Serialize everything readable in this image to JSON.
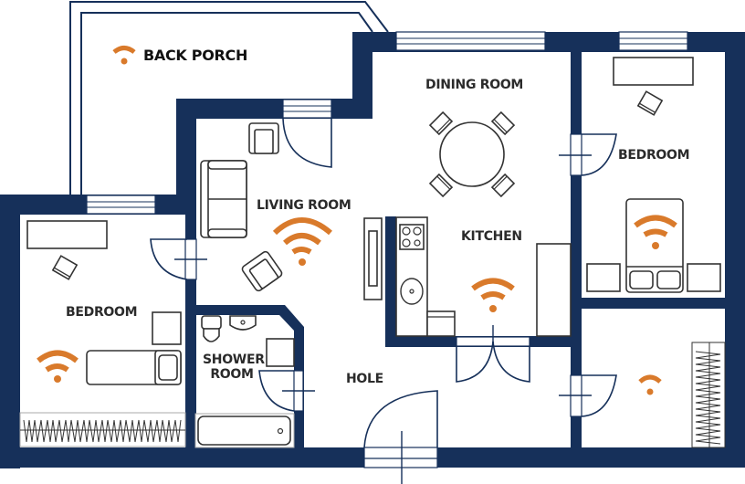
{
  "floorplan": {
    "colors": {
      "wall": "#16305a",
      "wifi": "#d97a2b",
      "label": "#2b2b2b",
      "furniture": "#333333"
    },
    "rooms": [
      {
        "id": "back_porch",
        "label": "BACK PORCH",
        "wifi_strength": "weak"
      },
      {
        "id": "dining_room",
        "label": "DINING ROOM",
        "wifi_strength": "none"
      },
      {
        "id": "bedroom_right",
        "label": "BEDROOM",
        "wifi_strength": "strong"
      },
      {
        "id": "living_room",
        "label": "LIVING ROOM",
        "wifi_strength": "full"
      },
      {
        "id": "kitchen",
        "label": "KITCHEN",
        "wifi_strength": "strong"
      },
      {
        "id": "bedroom_left",
        "label": "BEDROOM",
        "wifi_strength": "strong"
      },
      {
        "id": "shower_room",
        "label_line1": "SHOWER",
        "label_line2": "ROOM",
        "wifi_strength": "none"
      },
      {
        "id": "hole",
        "label": "HOLE",
        "wifi_strength": "none"
      },
      {
        "id": "closet_room",
        "label": "",
        "wifi_strength": "weak"
      }
    ],
    "icons": [
      "wifi-icon",
      "door-icon",
      "window-icon",
      "bed-icon",
      "sofa-icon",
      "armchair-icon",
      "dining-table-icon",
      "stove-icon",
      "sink-icon",
      "toilet-icon",
      "bathtub-icon",
      "wardrobe-icon"
    ]
  }
}
